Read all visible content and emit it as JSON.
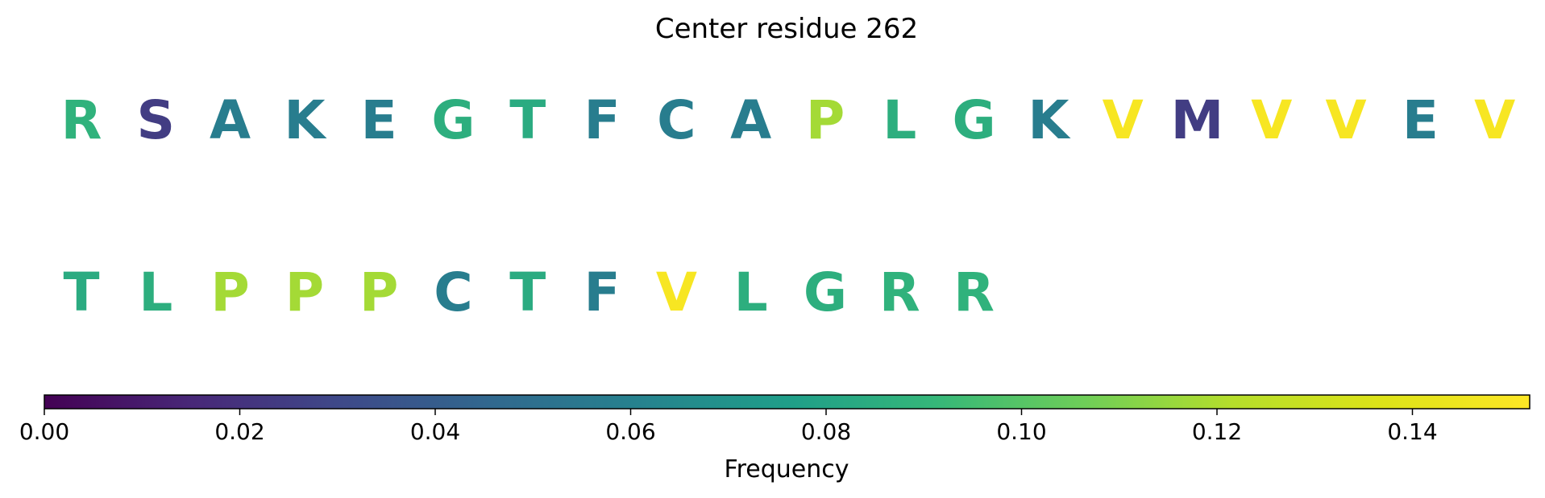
{
  "chart_data": {
    "type": "sequence-colorbar",
    "title": "Center residue 262",
    "rows": [
      {
        "residues": [
          {
            "letter": "R",
            "frequency": 0.088
          },
          {
            "letter": "S",
            "frequency": 0.025
          },
          {
            "letter": "A",
            "frequency": 0.058
          },
          {
            "letter": "K",
            "frequency": 0.058
          },
          {
            "letter": "E",
            "frequency": 0.058
          },
          {
            "letter": "G",
            "frequency": 0.086
          },
          {
            "letter": "T",
            "frequency": 0.084
          },
          {
            "letter": "F",
            "frequency": 0.058
          },
          {
            "letter": "C",
            "frequency": 0.058
          },
          {
            "letter": "A",
            "frequency": 0.058
          },
          {
            "letter": "P",
            "frequency": 0.118
          },
          {
            "letter": "L",
            "frequency": 0.086
          },
          {
            "letter": "G",
            "frequency": 0.086
          },
          {
            "letter": "K",
            "frequency": 0.058
          },
          {
            "letter": "V",
            "frequency": 0.149
          },
          {
            "letter": "M",
            "frequency": 0.025
          },
          {
            "letter": "V",
            "frequency": 0.149
          },
          {
            "letter": "V",
            "frequency": 0.149
          },
          {
            "letter": "E",
            "frequency": 0.058
          },
          {
            "letter": "V",
            "frequency": 0.149
          }
        ]
      },
      {
        "residues": [
          {
            "letter": "T",
            "frequency": 0.084
          },
          {
            "letter": "L",
            "frequency": 0.086
          },
          {
            "letter": "P",
            "frequency": 0.118
          },
          {
            "letter": "P",
            "frequency": 0.118
          },
          {
            "letter": "P",
            "frequency": 0.118
          },
          {
            "letter": "C",
            "frequency": 0.058
          },
          {
            "letter": "T",
            "frequency": 0.084
          },
          {
            "letter": "F",
            "frequency": 0.058
          },
          {
            "letter": "V",
            "frequency": 0.149
          },
          {
            "letter": "L",
            "frequency": 0.086
          },
          {
            "letter": "G",
            "frequency": 0.086
          },
          {
            "letter": "R",
            "frequency": 0.088
          },
          {
            "letter": "R",
            "frequency": 0.088
          }
        ]
      }
    ],
    "colorbar": {
      "label": "Frequency",
      "colormap": "viridis",
      "range": [
        0.0,
        0.152
      ],
      "ticks": [
        0.0,
        0.02,
        0.04,
        0.06,
        0.08,
        0.1,
        0.12,
        0.14
      ],
      "tick_labels": [
        "0.00",
        "0.02",
        "0.04",
        "0.06",
        "0.08",
        "0.10",
        "0.12",
        "0.14"
      ]
    }
  }
}
